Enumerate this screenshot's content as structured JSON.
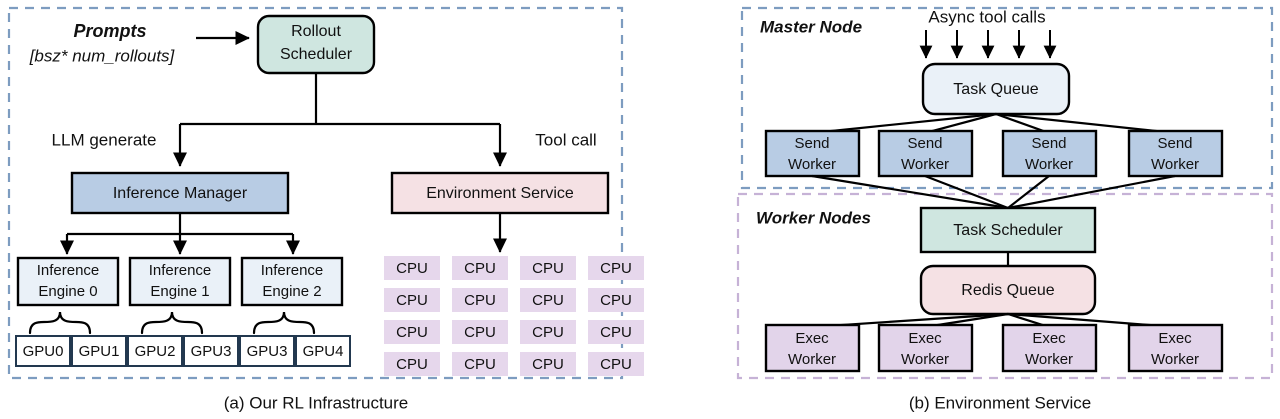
{
  "figure": {
    "panels": [
      {
        "id": "a",
        "caption": "(a) Our RL Infrastructure"
      },
      {
        "id": "b",
        "caption": "(b) Environment Service"
      }
    ]
  },
  "colors": {
    "mint": "#cfe6e0",
    "blue": "#b8cce4",
    "pale_blue": "#eaf1f8",
    "pink": "#f5e1e4",
    "lavender": "#e2d4ea",
    "cpu_fill": "#e6d7ec",
    "panel_blue_border": "#7d9cc0",
    "panel_purple_border": "#c6b2d6",
    "gpu_border": "#22384f",
    "stroke": "#000000"
  },
  "panel_a": {
    "prompts": {
      "title": "Prompts",
      "subtitle": "[bsz* num_rollouts]"
    },
    "scheduler": {
      "label_line1": "Rollout",
      "label_line2": "Scheduler"
    },
    "edge_labels": {
      "left": "LLM generate",
      "right": "Tool call"
    },
    "inference_manager": {
      "label": "Inference Manager"
    },
    "environment_service": {
      "label": "Environment Service"
    },
    "engines": [
      {
        "line1": "Inference",
        "line2": "Engine 0",
        "gpus": [
          "GPU0",
          "GPU1"
        ]
      },
      {
        "line1": "Inference",
        "line2": "Engine 1",
        "gpus": [
          "GPU2",
          "GPU3"
        ]
      },
      {
        "line1": "Inference",
        "line2": "Engine 2",
        "gpus": [
          "GPU3",
          "GPU4"
        ]
      }
    ],
    "cpu_grid": {
      "label": "CPU",
      "rows": 4,
      "cols": 4,
      "cells": [
        [
          "CPU",
          "CPU",
          "CPU",
          "CPU"
        ],
        [
          "CPU",
          "CPU",
          "CPU",
          "CPU"
        ],
        [
          "CPU",
          "CPU",
          "CPU",
          "CPU"
        ],
        [
          "CPU",
          "CPU",
          "CPU",
          "CPU"
        ]
      ]
    }
  },
  "panel_b": {
    "master_node": {
      "title": "Master Node",
      "async_label": "Async tool calls",
      "async_arrow_count": 5,
      "task_queue": {
        "label": "Task Queue"
      },
      "send_workers": [
        {
          "line1": "Send",
          "line2": "Worker"
        },
        {
          "line1": "Send",
          "line2": "Worker"
        },
        {
          "line1": "Send",
          "line2": "Worker"
        },
        {
          "line1": "Send",
          "line2": "Worker"
        }
      ]
    },
    "worker_nodes": {
      "title": "Worker Nodes",
      "task_scheduler": {
        "label": "Task Scheduler"
      },
      "redis_queue": {
        "label": "Redis Queue"
      },
      "exec_workers": [
        {
          "line1": "Exec",
          "line2": "Worker"
        },
        {
          "line1": "Exec",
          "line2": "Worker"
        },
        {
          "line1": "Exec",
          "line2": "Worker"
        },
        {
          "line1": "Exec",
          "line2": "Worker"
        }
      ]
    }
  }
}
